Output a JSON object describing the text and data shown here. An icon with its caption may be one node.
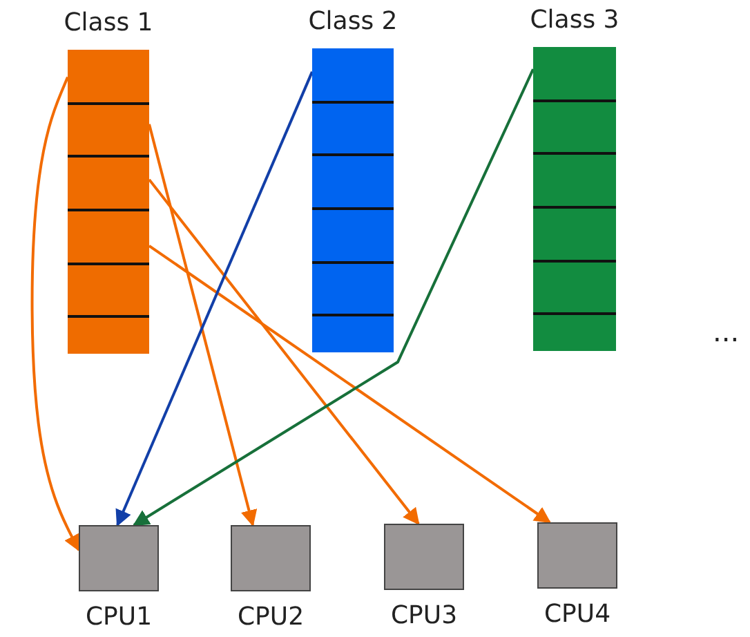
{
  "diagram": {
    "nodes": [
      {
        "text": [
          "Class 1"
        ]
      },
      {
        "text": [
          "Class 2"
        ]
      },
      {
        "text": [
          "Class 3"
        ]
      },
      {
        "text": [
          "CPU1"
        ]
      },
      {
        "text": [
          "CPU2"
        ]
      },
      {
        "text": [
          "CPU3"
        ]
      },
      {
        "text": [
          "CPU4"
        ]
      }
    ],
    "edges": [
      {
        "from": 0,
        "to": 3,
        "arrow": "to"
      },
      {
        "from": 0,
        "to": 4,
        "arrow": "to"
      },
      {
        "from": 0,
        "to": 5,
        "arrow": "to"
      },
      {
        "from": 0,
        "to": 6,
        "arrow": "to"
      },
      {
        "from": 1,
        "to": 3,
        "arrow": "to",
        "color": "#123fa8"
      },
      {
        "from": 2,
        "to": 3,
        "arrow": "to",
        "color": "#17703a"
      }
    ],
    "labels": [
      "..."
    ]
  }
}
